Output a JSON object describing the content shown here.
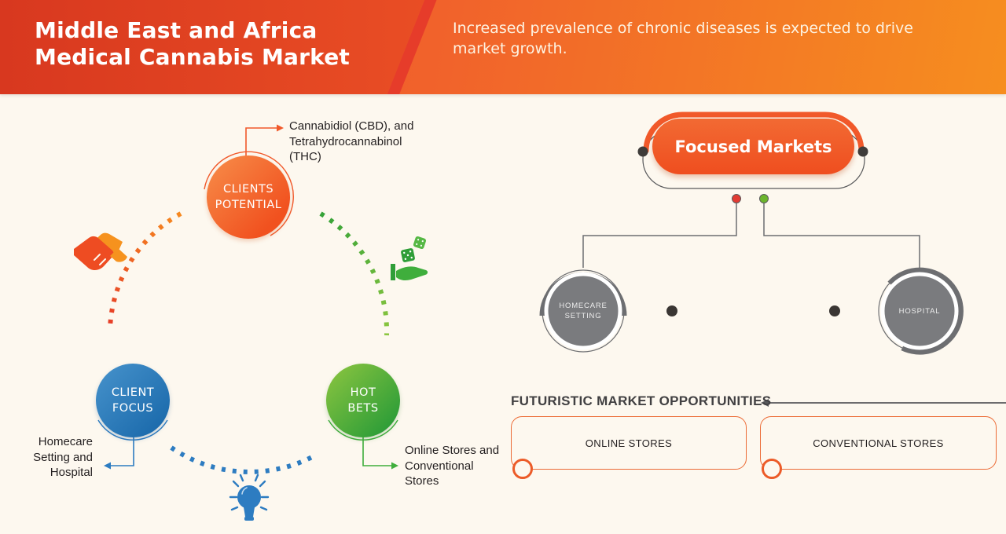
{
  "header": {
    "title_lines": [
      "Middle East and Africa",
      "Medical Cannabis Market"
    ],
    "subtitle": "Increased prevalence of chronic diseases is expected to drive market growth."
  },
  "strategy_wheel": {
    "clients_potential": {
      "lines": [
        "CLIENTS",
        "POTENTIAL"
      ],
      "annotation_lines": [
        "Cannabidiol (CBD), and",
        "Tetrahydrocannabinol",
        "(THC)"
      ]
    },
    "client_focus": {
      "lines": [
        "CLIENT",
        "FOCUS"
      ],
      "annotation_lines": [
        "Homecare",
        "Setting and",
        "Hospital"
      ]
    },
    "hot_bets": {
      "lines": [
        "HOT",
        "BETS"
      ],
      "annotation_lines": [
        "Online Stores and",
        "Conventional",
        "Stores"
      ]
    },
    "icons": {
      "handshake": "handshake-icon",
      "dice_hand": "dice-in-hand-icon",
      "bulb": "lightbulb-icon"
    }
  },
  "focused_markets": {
    "title": "Focused Markets",
    "nodes": [
      {
        "lines": [
          "HOMECARE",
          "SETTING"
        ]
      },
      {
        "lines": [
          "HOSPITAL"
        ]
      }
    ]
  },
  "opportunities": {
    "heading": "FUTURISTIC MARKET OPPORTUNITIES",
    "boxes": [
      {
        "label": "ONLINE STORES"
      },
      {
        "label": "CONVENTIONAL STORES"
      }
    ]
  },
  "colors": {
    "background": "#fdf8ef",
    "accent_orange": "#f15a27",
    "deep_red": "#d8381f",
    "amber": "#f6921e",
    "blue": "#2d7cc1",
    "green": "#3fae3c",
    "gray": "#6d6e71",
    "node_gray": "#7a7b7e",
    "dark_text": "#231f20",
    "red_dot": "#e23b33",
    "green_dot": "#6cb52d"
  }
}
